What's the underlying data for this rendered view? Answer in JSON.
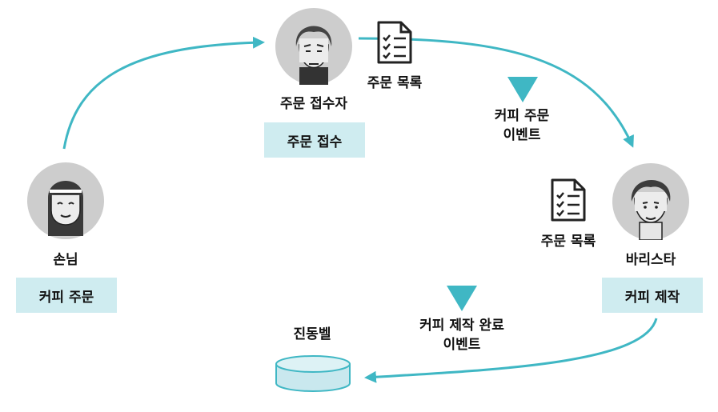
{
  "colors": {
    "arrow": "#3fb7c4",
    "box_fill": "#cfecf0",
    "cylinder_fill": "#c9e8ee",
    "cylinder_stroke": "#3fb7c4",
    "avatar_bg": "#cdcdcd"
  },
  "customer": {
    "name": "손님",
    "action": "커피 주문",
    "icon": "customer-avatar-icon"
  },
  "cashier": {
    "name": "주문 접수자",
    "action": "주문 접수",
    "icon": "cashier-avatar-icon"
  },
  "barista": {
    "name": "바리스타",
    "action": "커피 제작",
    "icon": "barista-avatar-icon"
  },
  "order_list_top": {
    "label": "주문 목록",
    "icon": "checklist-icon"
  },
  "order_list_right": {
    "label": "주문 목록",
    "icon": "checklist-icon"
  },
  "coffee_order_event": {
    "line1": "커피 주문",
    "line2": "이벤트",
    "icon": "triangle-down-icon"
  },
  "coffee_done_event": {
    "line1": "커피 제작 완료",
    "line2": "이벤트",
    "icon": "triangle-down-icon"
  },
  "buzzer": {
    "label": "진동벨",
    "icon": "cylinder-icon"
  }
}
